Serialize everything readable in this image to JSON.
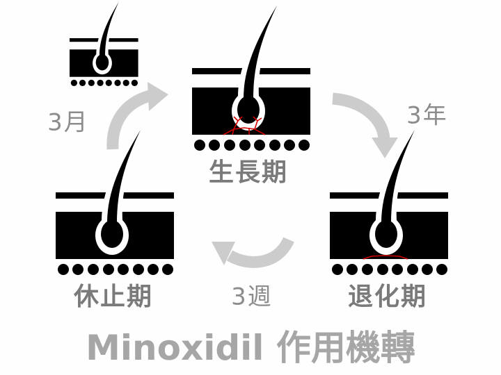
{
  "title": "Minoxidil 作用機轉",
  "phases": {
    "growth": "生長期",
    "regression": "退化期",
    "rest": "休止期"
  },
  "durations": {
    "rest_to_growth": "3月",
    "growth_to_regression": "3年",
    "regression_to_rest": "3週"
  },
  "colors": {
    "follicle": "#000000",
    "capillary": "#d40000",
    "arrow": "#cccccc",
    "label": "#7a7a7a",
    "title": "#a6a6a6"
  }
}
